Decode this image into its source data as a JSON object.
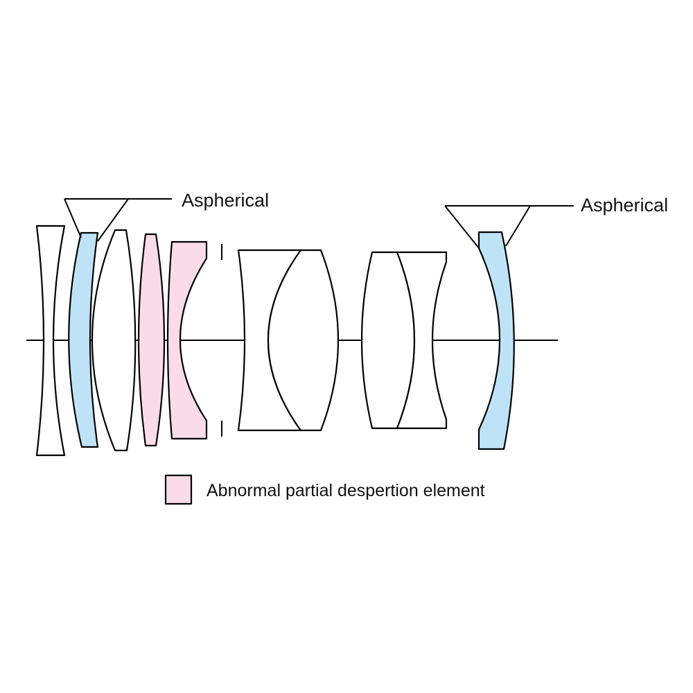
{
  "labels": {
    "aspherical_front": "Aspherical",
    "aspherical_rear": "Aspherical"
  },
  "legend": {
    "label": "Abnormal partial despertion element"
  },
  "colors": {
    "aspherical": "#bee3f6",
    "abnormal_partial_dispersion": "#f9dce8",
    "standard": "#ffffff",
    "outline": "#000000"
  }
}
